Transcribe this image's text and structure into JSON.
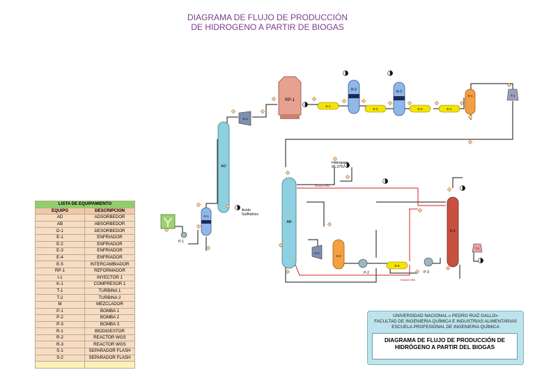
{
  "title": {
    "line1": "DIAGRAMA DE FLUJO DE PRODUCCIÓN",
    "line2": "DE HIDROGENO A PARTIR DE BIOGAS"
  },
  "equipment_tags": {
    "rp1": "RP-1",
    "r2": "R-2",
    "r3": "R-3",
    "s1": "S-1",
    "t1": "T-1",
    "k1": "K-1",
    "ad": "AD",
    "r1": "R-1",
    "p1": "P-1",
    "ab": "AB",
    "s2": "S-2",
    "k2": "K-2",
    "p2": "P-2",
    "p3": "P-3",
    "e5": "E-5",
    "d1": "D-1",
    "t2": "T-2",
    "e1": "E-1",
    "e2": "E-2",
    "e3": "E-3",
    "e4": "E-4"
  },
  "stream_labels": {
    "hidrogeno": "Hidrogeno",
    "hidrogeno_pct": "95.37%",
    "acido": "Acido",
    "sulfhidrico": "Sulfhidrico",
    "solucion_mea": "Solución MEA"
  },
  "legend": {
    "title": "LISTA DE EQUIPAMIENTO",
    "col_equipo": "EQUIPO",
    "col_descripcion": "DESCRIPCIÓN",
    "rows": [
      [
        "AD",
        "ADSORBEDOR"
      ],
      [
        "AB",
        "ABSORBEDOR"
      ],
      [
        "D-1",
        "DESORBEDOR"
      ],
      [
        "E-1",
        "ENFRIADOR"
      ],
      [
        "E-2",
        "ENFRIADOR"
      ],
      [
        "E-3",
        "ENFRIADOR"
      ],
      [
        "E-4",
        "ENFRIADOR"
      ],
      [
        "E-5",
        "INTERCAMBIADOR"
      ],
      [
        "RP-1",
        "REFORMADOR"
      ],
      [
        "I-1",
        "INYECTOR 1"
      ],
      [
        "K-1",
        "COMPRESOR 1"
      ],
      [
        "T-1",
        "TURBINA 1"
      ],
      [
        "T-2",
        "TURBINA 2"
      ],
      [
        "M",
        "MEZCLADOR"
      ],
      [
        "P-1",
        "BOMBA 1"
      ],
      [
        "P-2",
        "BOMBA 2"
      ],
      [
        "P-3",
        "BOMBA 3"
      ],
      [
        "R-1",
        "BIODIGESTOR"
      ],
      [
        "R-2",
        "REACTOR WGS"
      ],
      [
        "R-3",
        "REACTOR WGS"
      ],
      [
        "S-1",
        "SEPARADOR FLASH"
      ],
      [
        "S-2",
        "SEPARADOR FLASH"
      ]
    ]
  },
  "info": {
    "line1": "UNIVERSIDAD NACIONAL « PEDRO RUIZ GALLO»",
    "line2": "FACULTAD DE INGENIERIA QUÍMICA E INDUSTRIAS ALIMENTARIAS",
    "line3": "ESCUELA PROFESIONAL DE INGENIERIA QUÍMICA",
    "title1": "DIAGRAMA DE FLUJO DE PRODUCCIÓN DE",
    "title2": "HIDRÓGENO A PARTIR DEL BIOGAS"
  },
  "colors": {
    "title": "#7a3c8c",
    "column_blue": "#8fd0e0",
    "reactor_blue": "#8fb8e8",
    "reformer": "#e8a090",
    "separator_orange": "#f5a040",
    "desorber_red": "#c85040",
    "cooler_yellow": "#f5e400",
    "mea_line": "#d02020",
    "legend_header": "#8fcf6a",
    "legend_body": "#f7dcc4",
    "info_bg": "#bde4ec"
  }
}
